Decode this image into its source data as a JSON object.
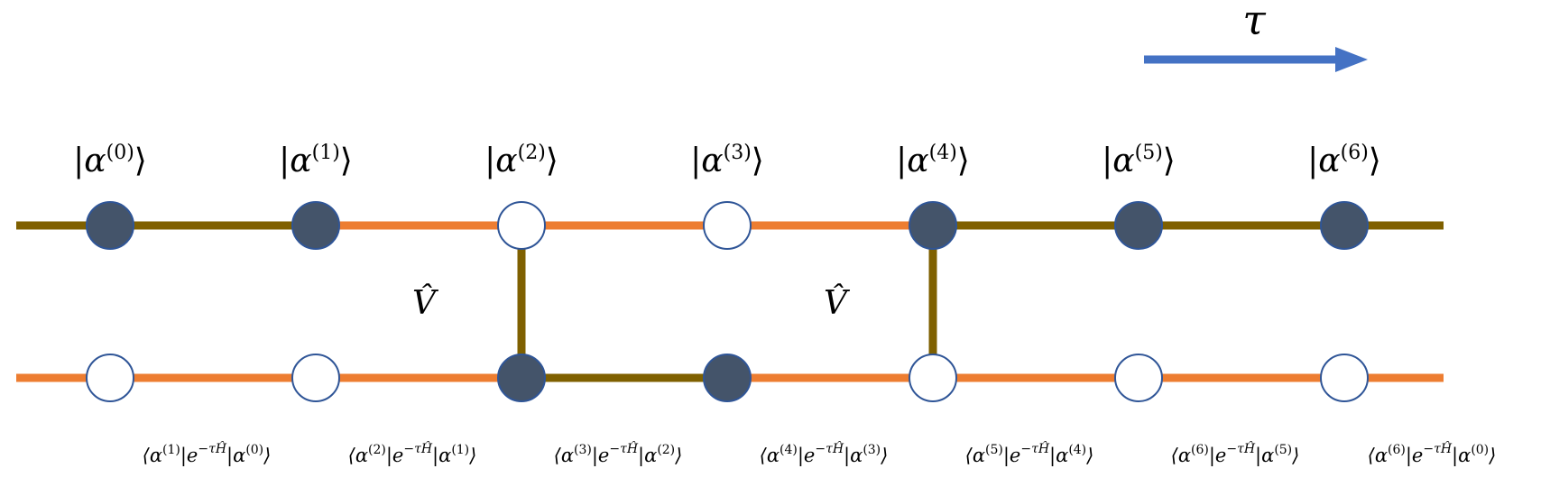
{
  "time_label": "τ",
  "interaction_label": "V̂",
  "states": [
    {
      "symbol": "α",
      "index": "(0)",
      "top": "filled",
      "bottom": "empty"
    },
    {
      "symbol": "α",
      "index": "(1)",
      "top": "filled",
      "bottom": "empty"
    },
    {
      "symbol": "α",
      "index": "(2)",
      "top": "empty",
      "bottom": "filled"
    },
    {
      "symbol": "α",
      "index": "(3)",
      "top": "empty",
      "bottom": "filled"
    },
    {
      "symbol": "α",
      "index": "(4)",
      "top": "filled",
      "bottom": "empty"
    },
    {
      "symbol": "α",
      "index": "(5)",
      "top": "filled",
      "bottom": "empty"
    },
    {
      "symbol": "α",
      "index": "(6)",
      "top": "filled",
      "bottom": "empty"
    }
  ],
  "interaction_links_at_states": [
    2,
    4
  ],
  "matrix_elements": [
    {
      "bra": "(1)",
      "ket": "(0)"
    },
    {
      "bra": "(2)",
      "ket": "(1)"
    },
    {
      "bra": "(3)",
      "ket": "(2)"
    },
    {
      "bra": "(4)",
      "ket": "(3)"
    },
    {
      "bra": "(5)",
      "ket": "(4)"
    },
    {
      "bra": "(6)",
      "ket": "(5)"
    },
    {
      "bra": "(6)",
      "ket": "(0)"
    }
  ],
  "propagator_exponent": "−τĤ",
  "colors": {
    "occupied_line": "#7f6000",
    "empty_line": "#ed7d31",
    "filled_node": "#44546a",
    "node_outline": "#2f5597",
    "arrow": "#4472c4"
  }
}
